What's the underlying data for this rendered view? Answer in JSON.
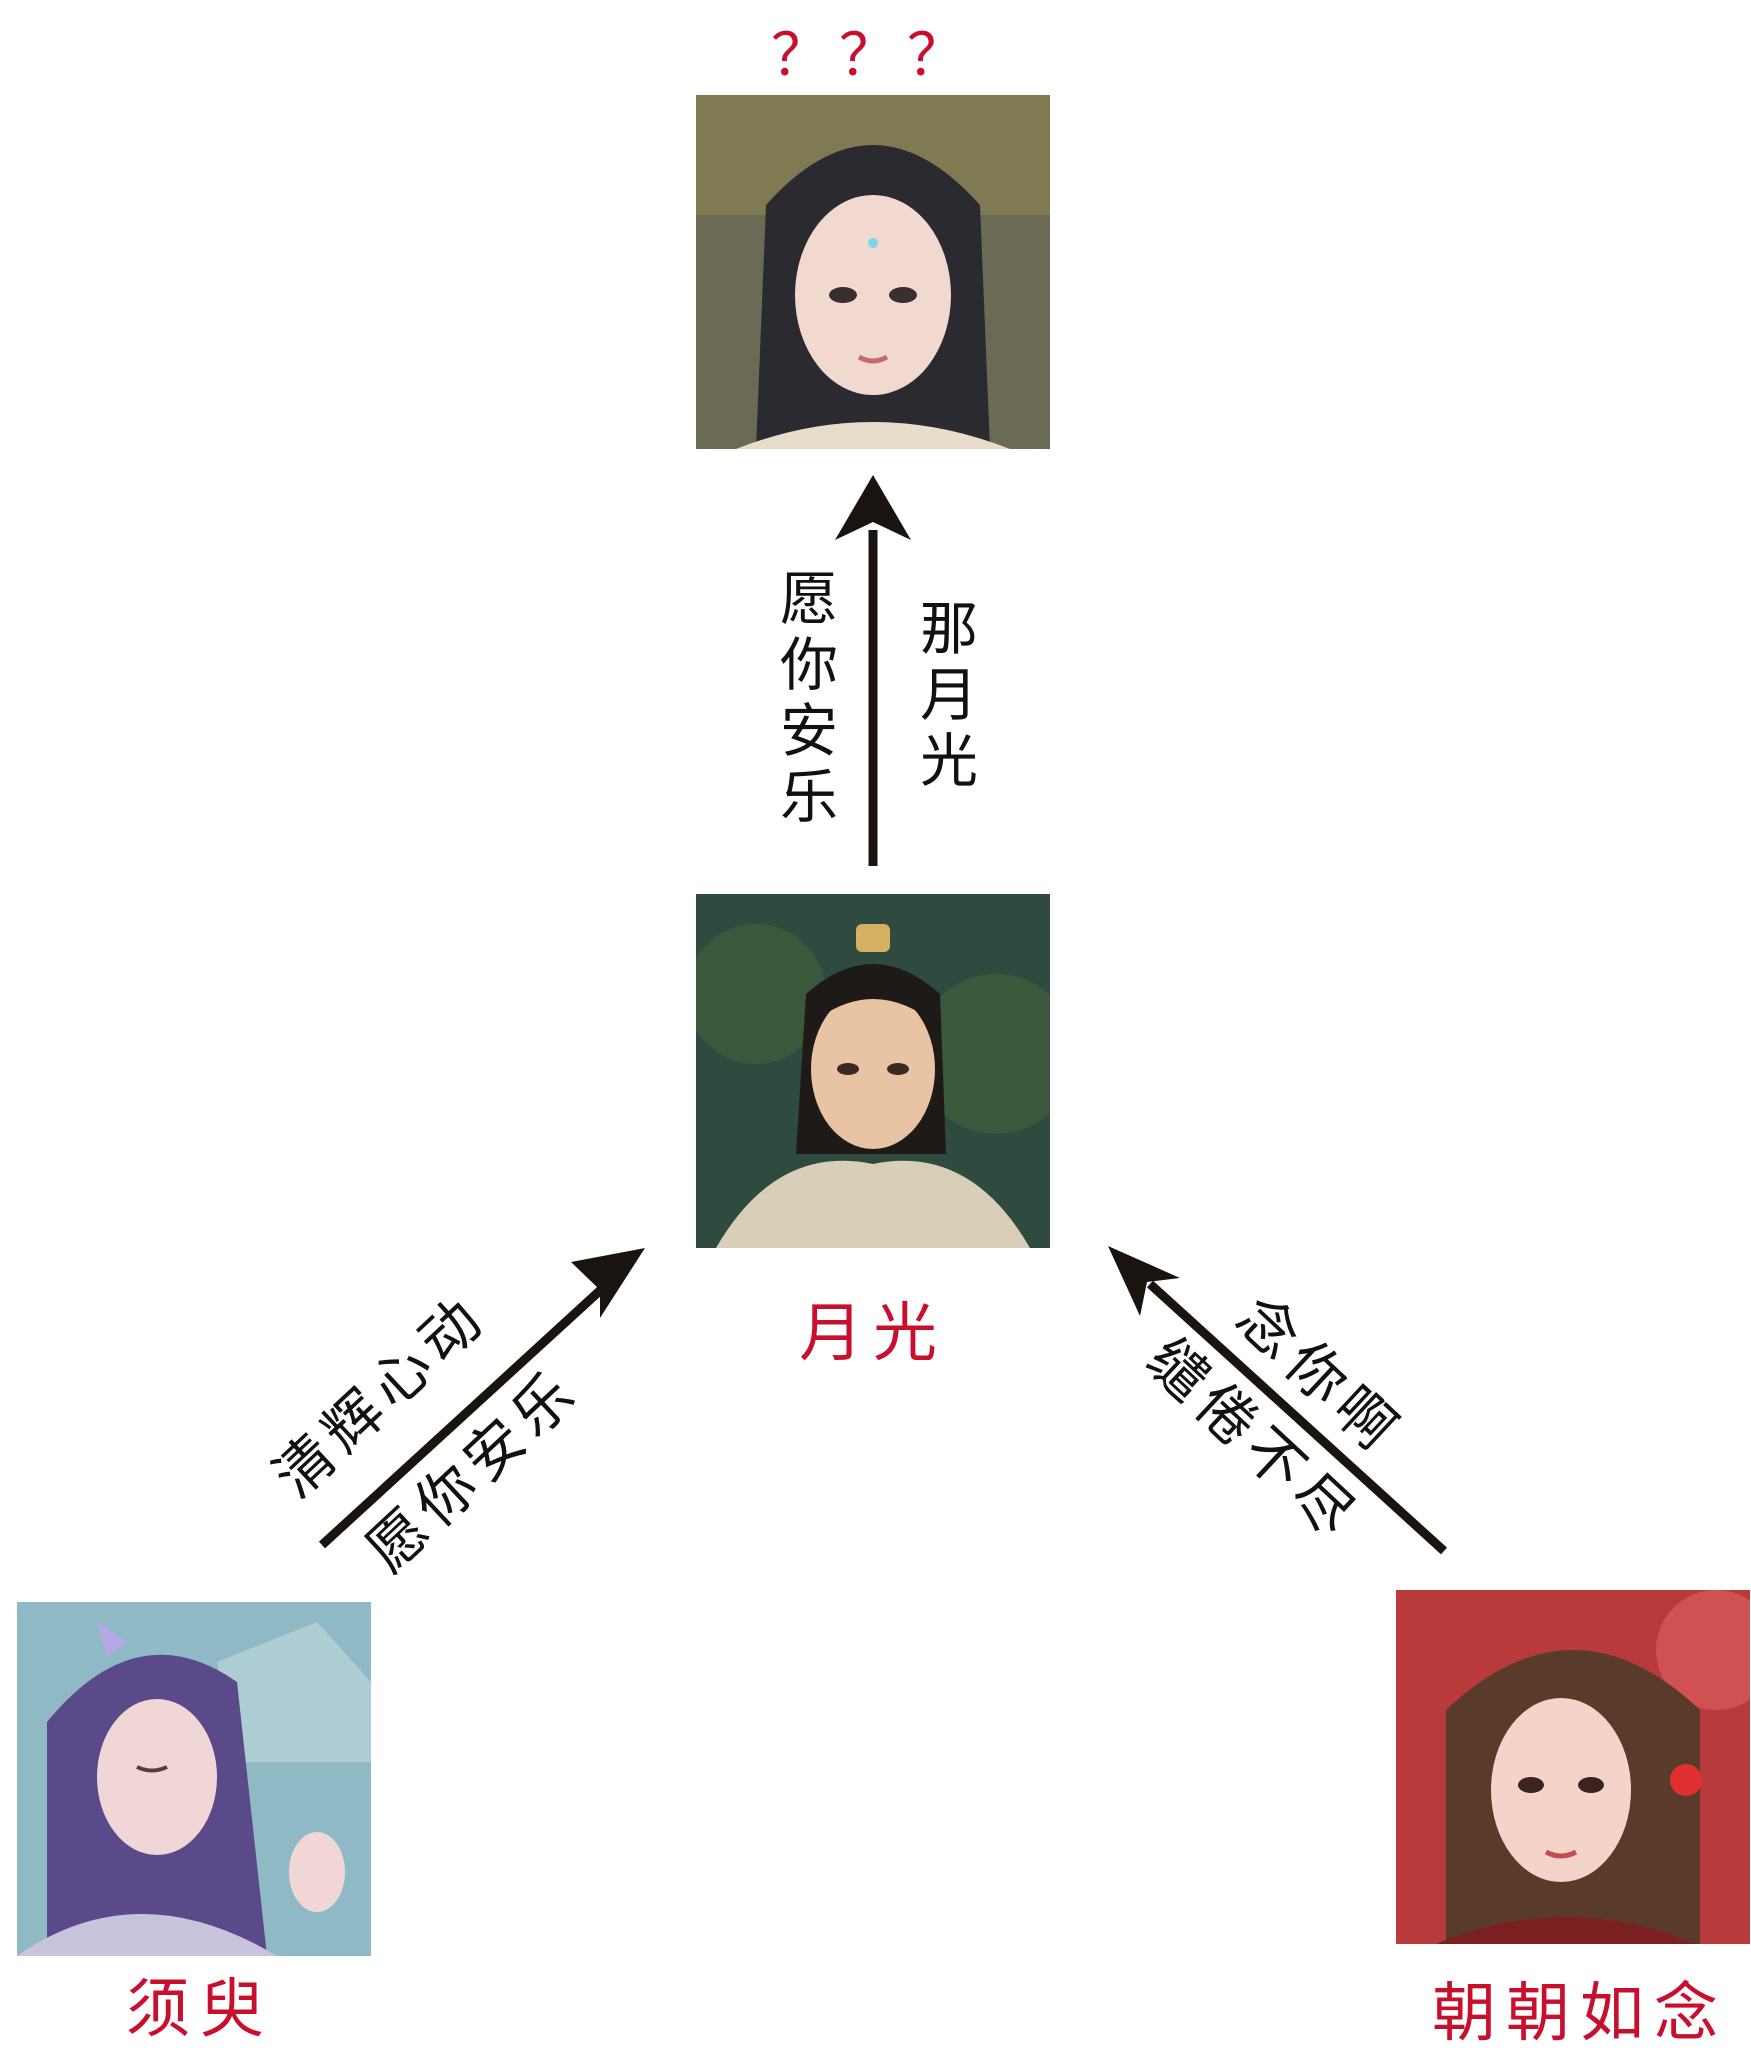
{
  "nodes": {
    "top": {
      "name": "？？？",
      "hair": "#2a2a30",
      "bg": "#6b6a55",
      "skin": "#f2d9cf",
      "clothes": "#e8dccb"
    },
    "center": {
      "name": "月光",
      "hair": "#1e1a18",
      "bg": "#2f4a3f",
      "skin": "#e9c4a4",
      "clothes": "#d9cfb8"
    },
    "left": {
      "name": "须臾",
      "hair": "#5b4a8a",
      "bg": "#8fb9c4",
      "skin": "#f0d6d6",
      "clothes": "#c9c3dd"
    },
    "right": {
      "name": "朝朝如念",
      "hair": "#5a3a2a",
      "bg": "#b83a3a",
      "skin": "#f4d4c8",
      "clothes": "#7a2020"
    }
  },
  "edges": {
    "center_to_top": {
      "line1": "愿你安乐",
      "line2": "那月光"
    },
    "left_to_center": {
      "line1": "清辉心动",
      "line2": "愿你安乐"
    },
    "right_to_center": {
      "line1": "念你啊",
      "line2": "缱倦不尽"
    }
  },
  "colors": {
    "name": "#c8102e",
    "arrow": "#1a1410",
    "text": "#111111"
  }
}
